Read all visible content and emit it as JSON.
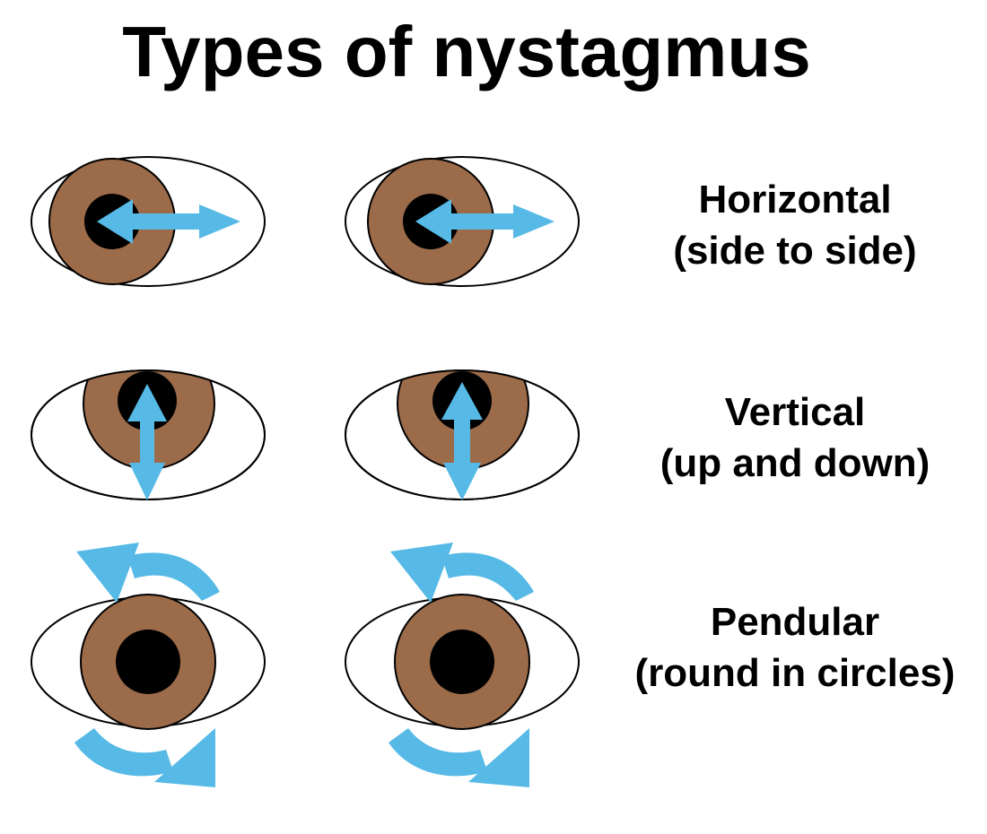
{
  "title": "Types of nystagmus",
  "colors": {
    "iris": "#9c6b4a",
    "pupil": "#000000",
    "arrow": "#56b9e6",
    "sclera": "#ffffff",
    "outline": "#000000"
  },
  "types": [
    {
      "name": "Horizontal",
      "description": "(side to side)",
      "icon": "horizontal-arrow-icon"
    },
    {
      "name": "Vertical",
      "description": "(up and down)",
      "icon": "vertical-arrow-icon"
    },
    {
      "name": "Pendular",
      "description": "(round in circles)",
      "icon": "circular-arrows-icon"
    }
  ]
}
